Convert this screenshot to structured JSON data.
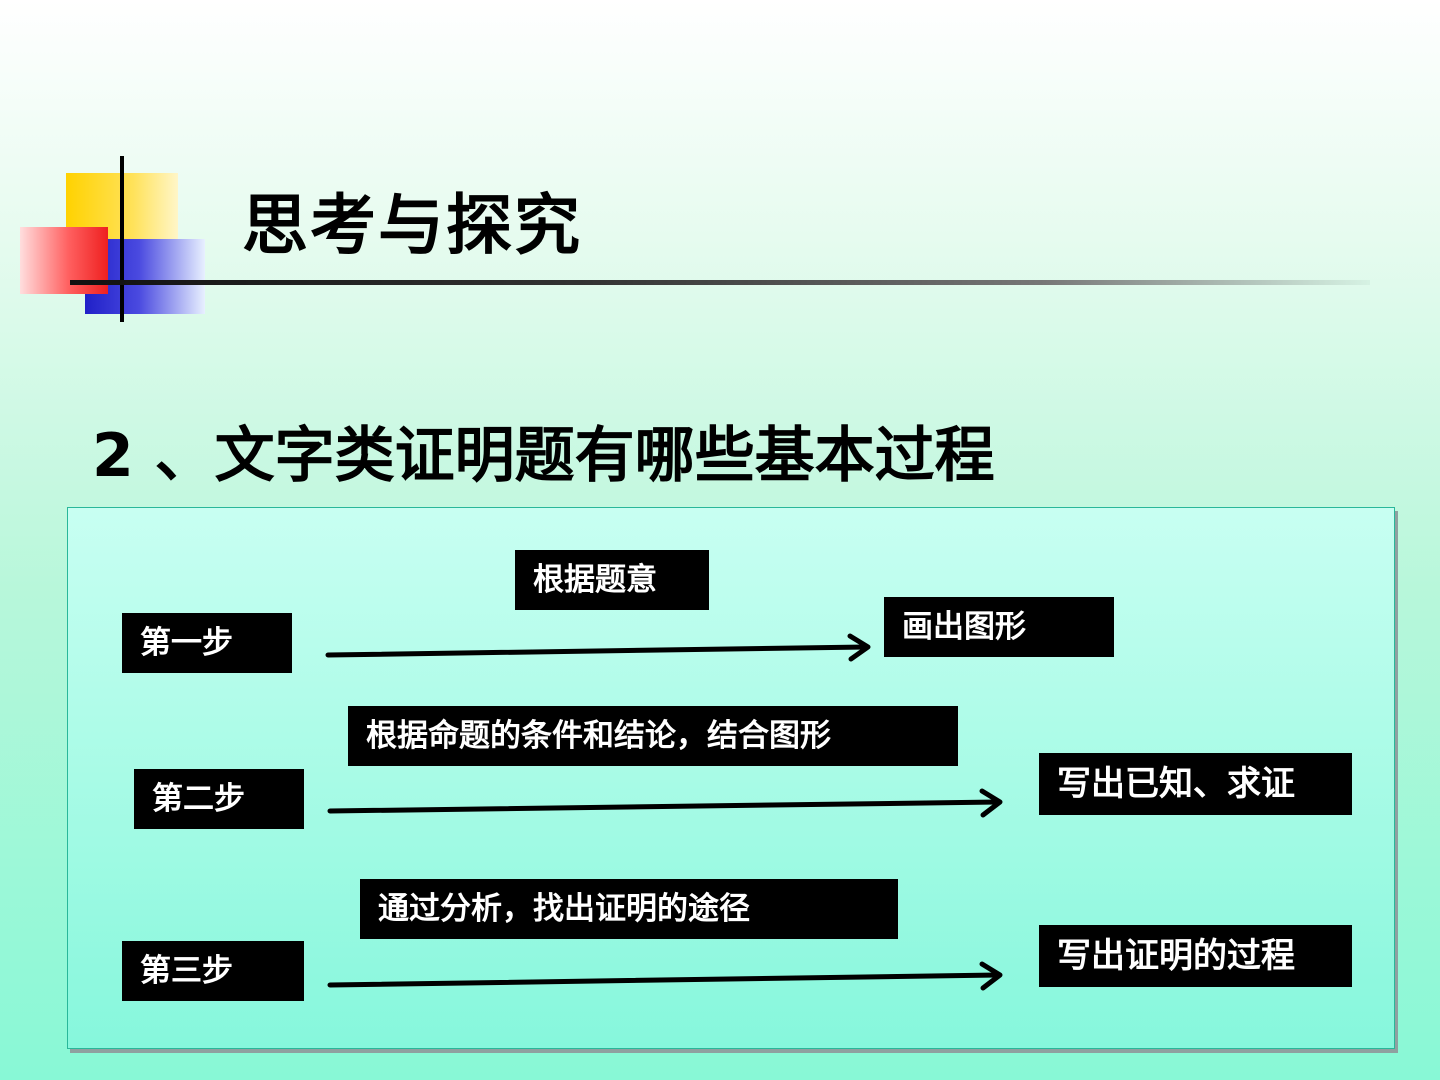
{
  "slide": {
    "title": "思考与探究",
    "question": "2 、文字类证明题有哪些基本过程"
  },
  "steps": [
    {
      "step": "第一步",
      "method": "根据题意",
      "result": "画出图形"
    },
    {
      "step": "第二步",
      "method": "根据命题的条件和结论，结合图形",
      "result": "写出已知、求证"
    },
    {
      "step": "第三步",
      "method": "通过分析，找出证明的途径",
      "result": "写出证明的过程"
    }
  ],
  "colors": {
    "accent_yellow": "#ffd200",
    "accent_blue": "#2020c8",
    "accent_red": "#ee2020",
    "label_box": "#000000",
    "label_text": "#ffffff"
  }
}
